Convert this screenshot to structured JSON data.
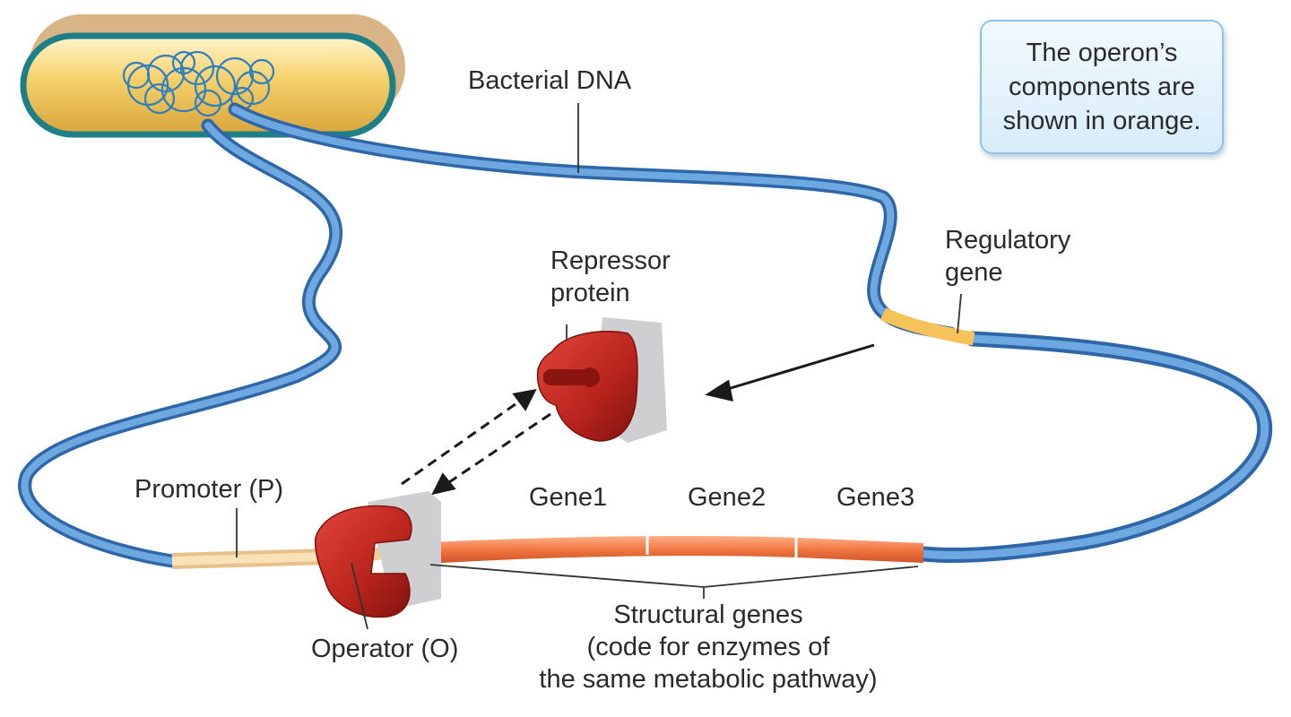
{
  "labels": {
    "bacterial_dna": "Bacterial DNA",
    "regulatory_gene": "Regulatory\ngene",
    "repressor_protein": "Repressor\nprotein",
    "promoter": "Promoter (P)",
    "operator": "Operator (O)",
    "gene1": "Gene1",
    "gene2": "Gene2",
    "gene3": "Gene3",
    "structural_genes_title": "Structural genes",
    "structural_genes_desc": "(code for enzymes of\nthe same metabolic pathway)"
  },
  "note": {
    "text": "The operon’s\ncomponents are\nshown in orange."
  },
  "colors": {
    "dna_blue": "#4a86c8",
    "operon_orange": "#f0743f",
    "promoter_beige": "#f6d9a8",
    "regulatory_yellow": "#f6c25a",
    "repressor_red": "#b8231c",
    "cell_fill": "#f2cf6a",
    "cell_outline": "#1f7f86"
  }
}
